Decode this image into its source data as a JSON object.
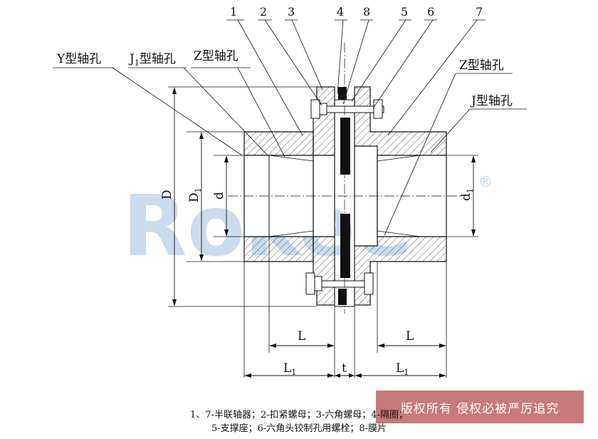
{
  "part_numbers": [
    "1",
    "2",
    "3",
    "4",
    "8",
    "5",
    "6",
    "7"
  ],
  "bore_labels": {
    "y_type": "Y型轴孔",
    "j1_type_prefix": "J",
    "j1_type_sub": "1",
    "j1_type_suffix": "型轴孔",
    "z_type_left": "Z型轴孔",
    "z_type_right": "Z型轴孔",
    "j_type": "J型轴孔"
  },
  "dimensions": {
    "D": "D",
    "D1_main": "D",
    "D1_sub": "1",
    "d": "d",
    "d1_main": "d",
    "d1_sub": "1",
    "L_left": "L",
    "L_right": "L",
    "L1_left_main": "L",
    "L1_left_sub": "1",
    "t": "t",
    "L1_right_main": "L",
    "L1_right_sub": "1"
  },
  "watermark": {
    "text": "Rokee",
    "registered": "®"
  },
  "caption": {
    "line1": "1、7-半联轴器；2-扣紧螺母；3-六角螺母；4-隔圈；",
    "line2": "5-支撑座；6-六角头铰制孔用螺栓；8-膜片"
  },
  "stamp": {
    "text": "版权所有 侵权必被严厉追究"
  },
  "colors": {
    "watermark": "#bcd3ea",
    "stamp_bg": "#c77a78",
    "line": "#111111",
    "disc": "#111111"
  }
}
